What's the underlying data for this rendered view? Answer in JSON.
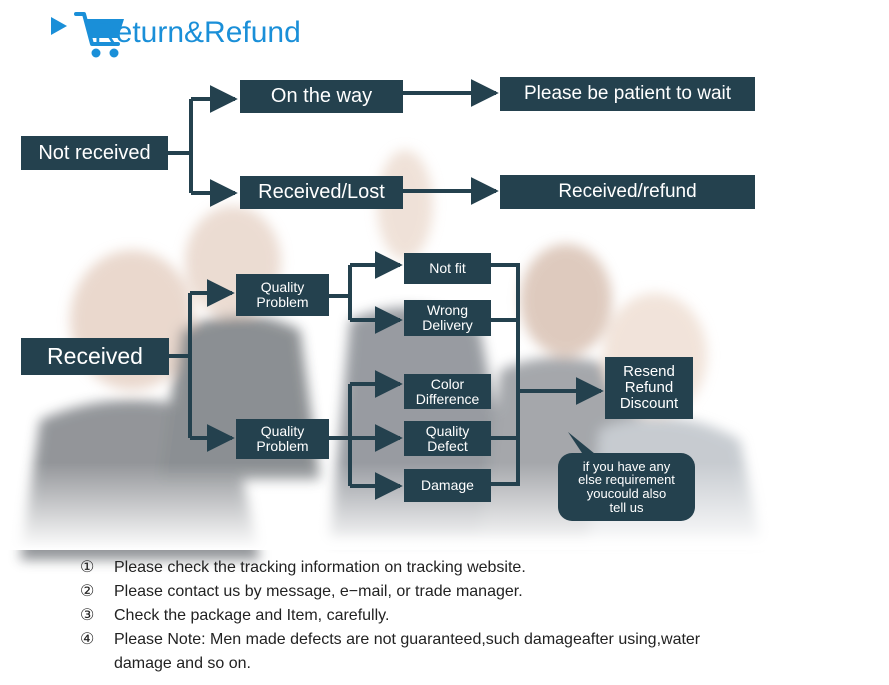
{
  "title": "Return&Refund",
  "icons": {
    "play": "play-triangle-icon",
    "cart": "shopping-cart-icon"
  },
  "colors": {
    "accent": "#1a8fd8",
    "box": "#24414e",
    "text": "#ffffff"
  },
  "flow": {
    "not_received": "Not received",
    "on_the_way": "On the way",
    "please_wait": "Please be patient to wait",
    "received_lost": "Received/Lost",
    "received_refund": "Received/refund",
    "received": "Received",
    "quality_problem_1": "Quality\nProblem",
    "quality_problem_2": "Quality\nProblem",
    "not_fit": "Not fit",
    "wrong_delivery": "Wrong\nDelivery",
    "color_difference": "Color\nDifference",
    "quality_defect": "Quality\nDefect",
    "damage": "Damage",
    "resend": "Resend\nRefund\nDiscount",
    "bubble": "if you have any\nelse  requirement\nyoucould also\ntell us"
  },
  "notes": [
    {
      "num": "①",
      "text": "Please check the tracking information on tracking website."
    },
    {
      "num": "②",
      "text": "Please contact us by message, e−mail, or trade manager."
    },
    {
      "num": "③",
      "text": "Check the package and Item, carefully."
    },
    {
      "num": "④",
      "text": "Please Note: Men made defects are not guaranteed,such damageafter using,water damage and so on."
    }
  ]
}
